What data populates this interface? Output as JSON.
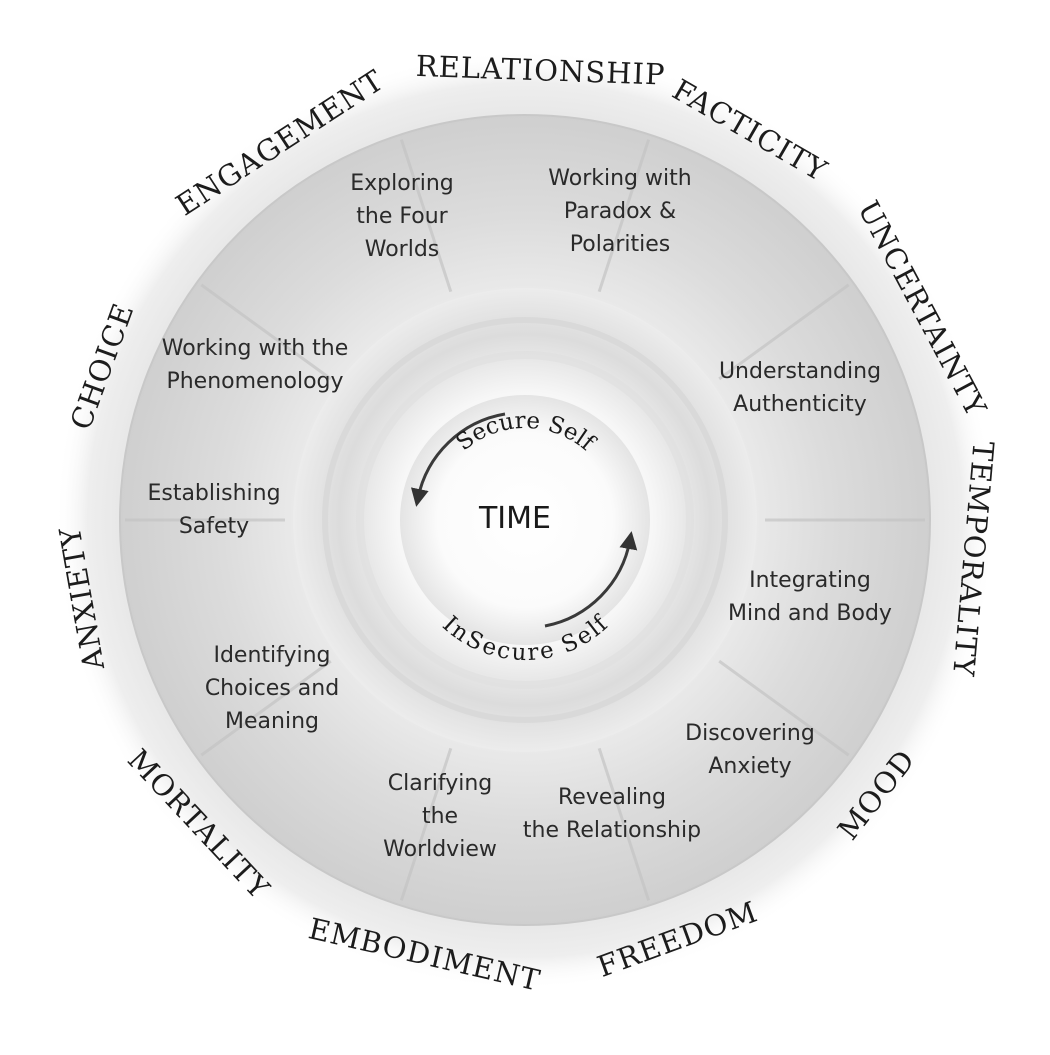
{
  "outer_ring": [
    "RELATIONSHIP",
    "FACTICITY",
    "UNCERTAINTY",
    "TEMPORALITY",
    "MOOD",
    "FREEDOM",
    "EMBODIMENT",
    "MORTALITY",
    "ANXIETY",
    "CHOICE",
    "ENGAGEMENT"
  ],
  "segments": [
    [
      "Exploring",
      "the Four",
      "Worlds"
    ],
    [
      "Working with",
      "Paradox &",
      "Polarities"
    ],
    [
      "Understanding",
      "Authenticity"
    ],
    [
      "Integrating",
      "Mind and Body"
    ],
    [
      "Discovering",
      "Anxiety"
    ],
    [
      "Revealing",
      "the Relationship"
    ],
    [
      "Clarifying",
      "the",
      "Worldview"
    ],
    [
      "Identifying",
      "Choices and",
      "Meaning"
    ],
    [
      "Establishing",
      "Safety"
    ],
    [
      "Working with the",
      "Phenomenology"
    ]
  ],
  "core": {
    "title": "TIME",
    "upper_arc": "Secure Self",
    "lower_arc": "InSecure Self"
  },
  "colors": {
    "ink": "#1c1c1c",
    "ring": "#d6d6d6",
    "disc": "#e6e6e6",
    "glow": "#ffffff"
  }
}
